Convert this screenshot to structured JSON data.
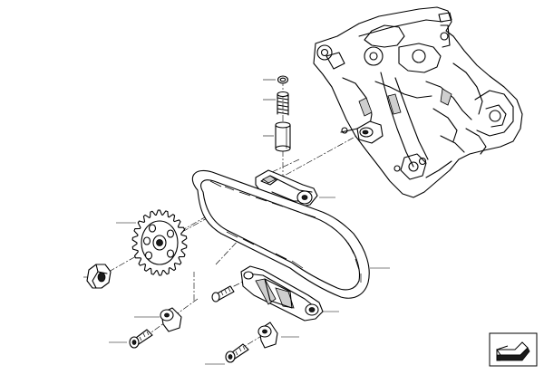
{
  "diagram": {
    "parts": [
      {
        "id": "oil-pump",
        "icon": "oil-pump-housing"
      },
      {
        "id": "o-ring",
        "icon": "o-ring"
      },
      {
        "id": "spring",
        "icon": "compression-spring"
      },
      {
        "id": "piston",
        "icon": "relief-valve-piston"
      },
      {
        "id": "chain-tensioner",
        "icon": "chain-tensioner-rail"
      },
      {
        "id": "drive-chain",
        "icon": "roller-chain"
      },
      {
        "id": "sprocket",
        "icon": "chain-sprocket"
      },
      {
        "id": "nut",
        "icon": "hex-nut"
      },
      {
        "id": "guide-rail",
        "icon": "chain-guide-rail"
      },
      {
        "id": "bolt-1",
        "icon": "hex-socket-bolt"
      },
      {
        "id": "bolt-2",
        "icon": "hex-socket-bolt"
      },
      {
        "id": "bolt-3",
        "icon": "hex-socket-bolt"
      },
      {
        "id": "bushing-1",
        "icon": "bushing"
      },
      {
        "id": "bushing-2",
        "icon": "bushing"
      }
    ],
    "corner_icon": "direction-arrow-icon"
  }
}
